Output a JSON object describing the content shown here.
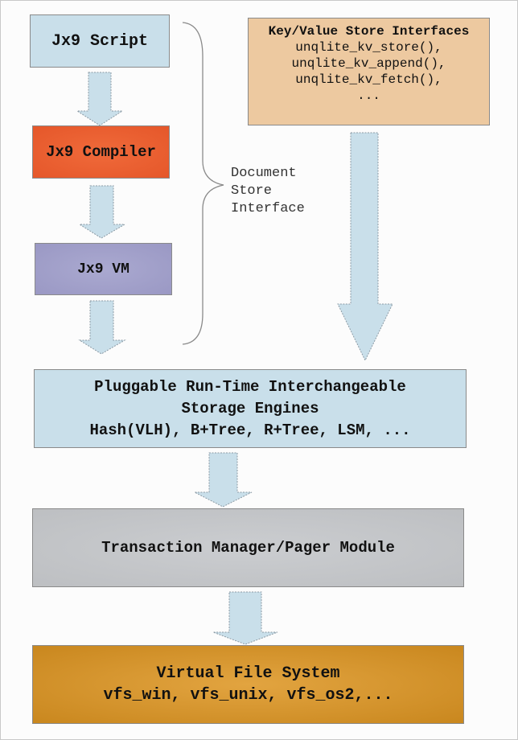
{
  "diagram": {
    "doc_store": {
      "script": "Jx9 Script",
      "compiler": "Jx9 Compiler",
      "vm": "Jx9 VM",
      "brace_label": [
        "Document",
        "Store",
        "Interface"
      ]
    },
    "kv_store": {
      "title": "Key/Value Store Interfaces",
      "functions": [
        "unqlite_kv_store(),",
        "unqlite_kv_append(),",
        "unqlite_kv_fetch(),",
        "..."
      ]
    },
    "engines": {
      "lines": [
        "Pluggable Run-Time Interchangeable",
        "Storage Engines",
        "Hash(VLH), B+Tree, R+Tree, LSM, ..."
      ]
    },
    "pager": {
      "label": "Transaction Manager/Pager Module"
    },
    "vfs": {
      "lines": [
        "Virtual File System",
        "vfs_win, vfs_unix, vfs_os2,..."
      ]
    },
    "colors": {
      "arrow_fill": "#c9dfea",
      "script": "#c9dfea",
      "compiler": "#e5572a",
      "vm": "#9a98c4",
      "kv": "#edc9a0",
      "pager": "#bdbfc2",
      "vfs": "#c9871e"
    }
  }
}
